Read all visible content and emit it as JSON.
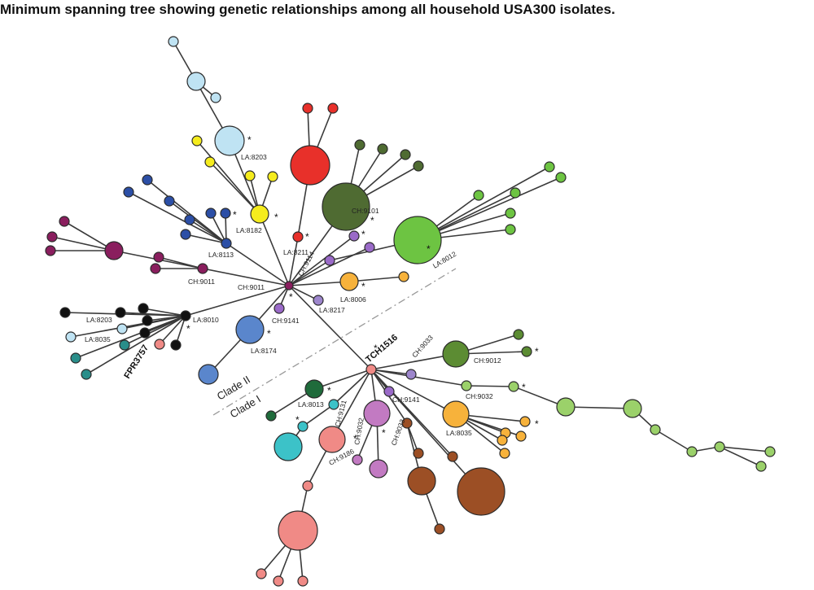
{
  "title": "Minimum spanning tree showing genetic relationships among all household USA300 isolates.",
  "colors": {
    "light_blue": "#bfe3f3",
    "yellow": "#f5ec1d",
    "red": "#e8302a",
    "dark_green": "#4f6b32",
    "green": "#6dc442",
    "light_green": "#9bd16a",
    "navy": "#2c4fa6",
    "maroon": "#8a1e5e",
    "black": "#111111",
    "teal": "#2a8e8a",
    "pink": "#f08a86",
    "purple": "#9a6ac8",
    "orange": "#f7b23b",
    "steel_blue": "#5a86cc",
    "cyan": "#3cc2c8",
    "orchid": "#c27ac2",
    "brown": "#9c4f25",
    "olive_green": "#5c8c33",
    "forest_green": "#1f6b3b",
    "lavender": "#9d86cc"
  },
  "labels": {
    "la8203_top": "LA:8203",
    "la8182": "LA:8182",
    "ch9101": "CH:9101",
    "la8012": "LA:8012",
    "la8113": "LA:8113",
    "la8211": "LA:8211",
    "ch9114": "CH:9114",
    "ch9011_a": "CH:9011",
    "ch9011_b": "CH:9011",
    "la8006": "LA:8006",
    "la8217": "LA:8217",
    "ch9141_top": "CH:9141",
    "la8010": "LA:8010",
    "la8203_left": "LA:8203",
    "la8035_left": "LA:8035",
    "la8174": "LA:8174",
    "fpr3757": "FPR3757",
    "tch1516": "TCH1516",
    "ch9033_top": "CH:9033",
    "ch9012": "CH:9012",
    "ch9032_right": "CH:9032",
    "la8013": "LA:8013",
    "ch9131": "CH:9131",
    "ch9141_bot": "CH:9141",
    "ch9032_bot": "CH:9032",
    "ch9033_bot": "CH:9033",
    "la8035_right": "LA:8035",
    "ch9186": "CH:9186"
  },
  "clades": {
    "clade_2": "Clade II",
    "clade_1": "Clade I"
  },
  "star_symbol": "*"
}
